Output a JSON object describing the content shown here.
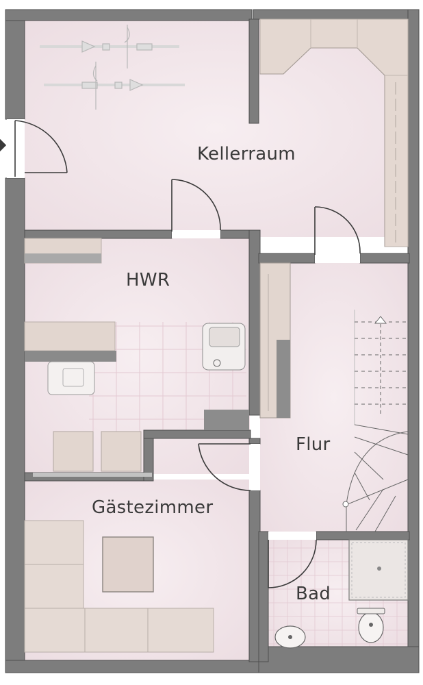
{
  "plan": {
    "rooms": [
      {
        "id": "kellerraum",
        "label": "Kellerraum"
      },
      {
        "id": "hwr",
        "label": "HWR"
      },
      {
        "id": "flur",
        "label": "Flur"
      },
      {
        "id": "gaestezimmer",
        "label": "Gästezimmer"
      },
      {
        "id": "bad",
        "label": "Bad"
      }
    ],
    "colors": {
      "wall": "#7d7d7d",
      "wall_edge": "#5a5a5a",
      "floor": "#f3e6ea",
      "floor_shade": "#e6d3d9",
      "furniture": "#e2d6cf",
      "furniture_edge": "#b8aea8",
      "tile_line": "#e0c6cf"
    }
  }
}
